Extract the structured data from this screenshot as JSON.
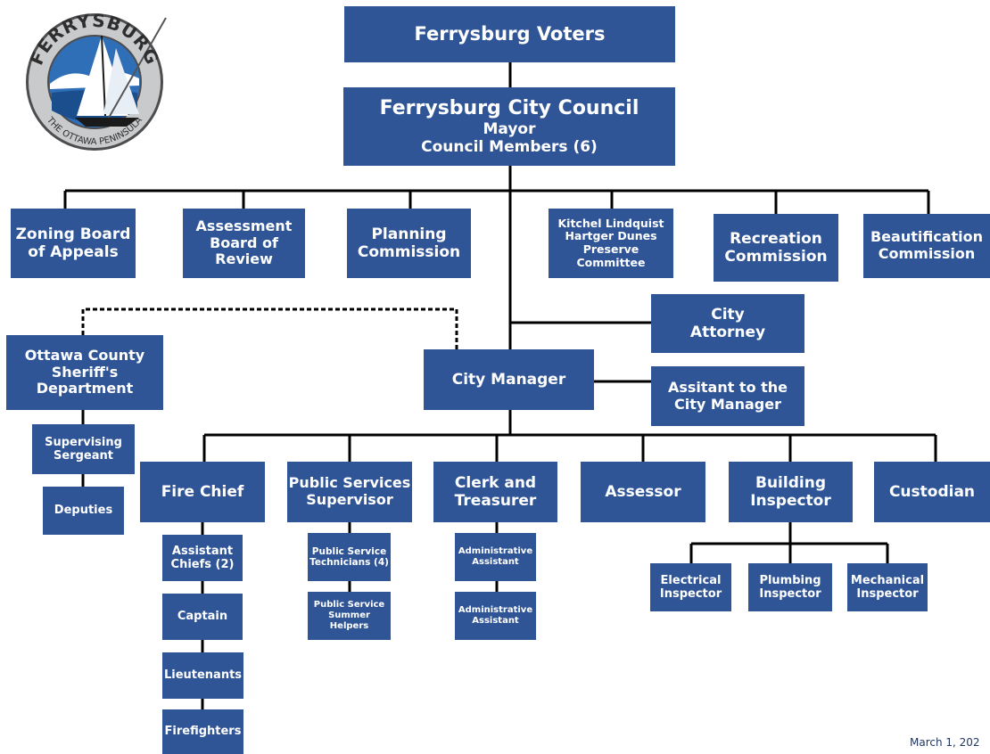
{
  "logo": {
    "text_top": "FERRYSBURG",
    "text_bottom": "THE OTTAWA PENINSULA"
  },
  "nodes": {
    "voters": [
      "Ferrysburg Voters"
    ],
    "council": [
      "Ferrysburg City Council",
      "Mayor",
      "Council Members (6)"
    ],
    "zoning": [
      "Zoning Board",
      "of Appeals"
    ],
    "assessment_board": [
      "Assessment",
      "Board of",
      "Review"
    ],
    "planning": [
      "Planning",
      "Commission"
    ],
    "kitchel": [
      "Kitchel Lindquist",
      "Hartger Dunes",
      "Preserve",
      "Committee"
    ],
    "recreation": [
      "Recreation",
      "Commission"
    ],
    "beautification": [
      "Beautification",
      "Commission"
    ],
    "city_attorney": [
      "City",
      "Attorney"
    ],
    "sheriff": [
      "Ottawa County",
      "Sheriff's",
      "Department"
    ],
    "city_manager": [
      "City Manager"
    ],
    "assistant_cm": [
      "Assitant to the",
      "City Manager"
    ],
    "sergeant": [
      "Supervising",
      "Sergeant"
    ],
    "deputies": [
      "Deputies"
    ],
    "fire_chief": [
      "Fire Chief"
    ],
    "ps_supervisor": [
      "Public Services",
      "Supervisor"
    ],
    "clerk": [
      "Clerk and",
      "Treasurer"
    ],
    "assessor": [
      "Assessor"
    ],
    "building_inspector": [
      "Building",
      "Inspector"
    ],
    "custodian": [
      "Custodian"
    ],
    "assistant_chiefs": [
      "Assistant",
      "Chiefs (2)"
    ],
    "captain": [
      "Captain"
    ],
    "lieutenants": [
      "Lieutenants"
    ],
    "firefighters": [
      "Firefighters"
    ],
    "ps_technicians": [
      "Public Service",
      "Technicians (4)"
    ],
    "ps_helpers": [
      "Public Service",
      "Summer Helpers"
    ],
    "admin_assistant_1": [
      "Administrative",
      "Assistant"
    ],
    "admin_assistant_2": [
      "Administrative",
      "Assistant"
    ],
    "electrical": [
      "Electrical",
      "Inspector"
    ],
    "plumbing": [
      "Plumbing",
      "Inspector"
    ],
    "mechanical": [
      "Mechanical",
      "Inspector"
    ]
  },
  "date": "March 1, 202"
}
